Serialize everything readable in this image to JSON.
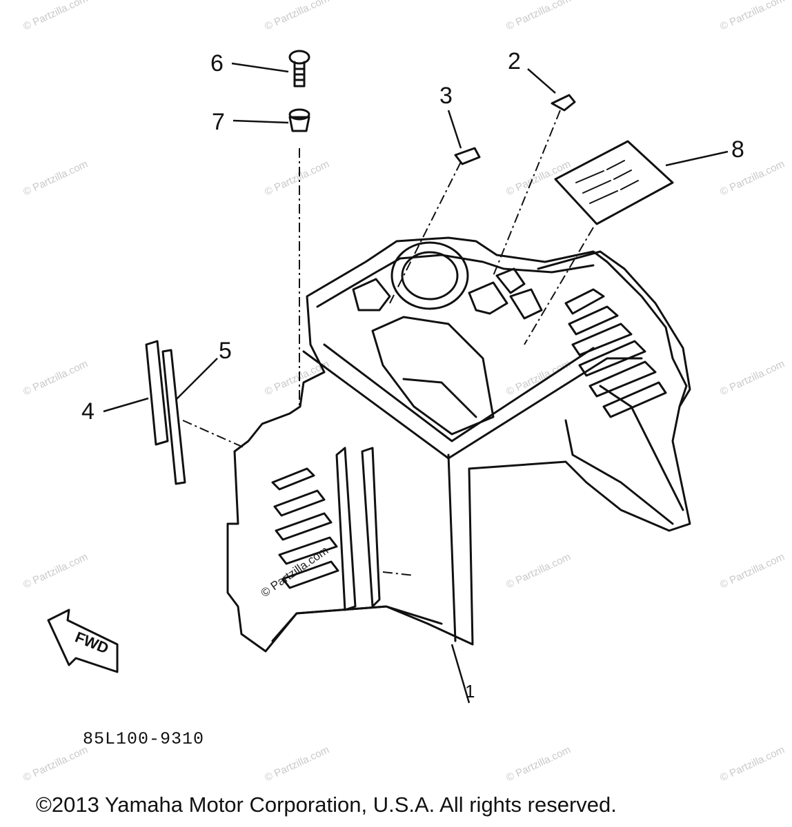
{
  "diagram": {
    "callouts": [
      "1",
      "2",
      "3",
      "4",
      "5",
      "6",
      "7",
      "8"
    ],
    "fwd_label": "FWD",
    "part_code": "85L100-9310",
    "copyright": "©2013 Yamaha Motor Corporation, U.S.A. All rights reserved.",
    "watermark": "© Partzilla.com",
    "colors": {
      "line": "#111111",
      "background": "#ffffff",
      "watermark": "#c9c9c9"
    }
  }
}
